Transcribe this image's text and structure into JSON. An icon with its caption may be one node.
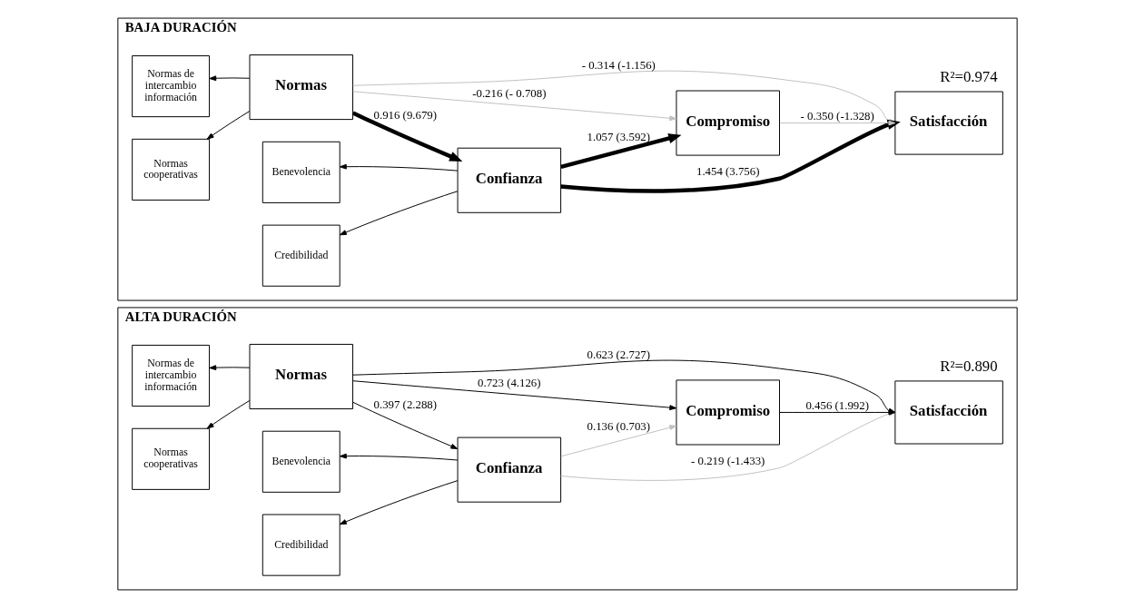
{
  "diagram": {
    "nodes": [
      {
        "text": [
          "BAJA DURACIÓN"
        ]
      },
      {
        "text": [
          "Normas de intercambio información"
        ],
        "in": 0
      },
      {
        "text": [
          "Normas"
        ],
        "in": 0
      },
      {
        "text": [
          "Normas cooperativas"
        ],
        "in": 0
      },
      {
        "text": [
          "Benevolencia"
        ],
        "in": 0
      },
      {
        "text": [
          "Confianza"
        ],
        "in": 0
      },
      {
        "text": [
          "Credibilidad"
        ],
        "in": 0
      },
      {
        "text": [
          "Compromiso"
        ],
        "in": 0
      },
      {
        "text": [
          "Satisfacción"
        ],
        "in": 0,
        "beside": [
          "R²=0.974"
        ]
      },
      {
        "text": [
          "ALTA DURACIÓN"
        ]
      },
      {
        "text": [
          "Normas de intercambio información"
        ],
        "in": 9
      },
      {
        "text": [
          "Normas"
        ],
        "in": 9
      },
      {
        "text": [
          "Normas cooperativas"
        ],
        "in": 9
      },
      {
        "text": [
          "Benevolencia"
        ],
        "in": 9
      },
      {
        "text": [
          "Confianza"
        ],
        "in": 9
      },
      {
        "text": [
          "Credibilidad"
        ],
        "in": 9
      },
      {
        "text": [
          "Compromiso"
        ],
        "in": 9
      },
      {
        "text": [
          "Satisfacción"
        ],
        "in": 9,
        "beside": [
          "R²=0.890"
        ]
      }
    ],
    "edges": [
      {
        "from": 2,
        "to": 1,
        "arrow": "to"
      },
      {
        "from": 2,
        "to": 3,
        "arrow": "to"
      },
      {
        "from": 2,
        "to": 8,
        "arrow": "to",
        "label": "- 0.314 (-1.156)",
        "color": "#c0c0c0"
      },
      {
        "from": 2,
        "to": 7,
        "arrow": "to",
        "label": "-0.216 (- 0.708)",
        "color": "#c0c0c0"
      },
      {
        "from": 2,
        "to": 5,
        "arrow": "to",
        "label": "0.916 (9.679)",
        "style": "thick"
      },
      {
        "from": 5,
        "to": 4,
        "arrow": "to"
      },
      {
        "from": 5,
        "to": 6,
        "arrow": "to"
      },
      {
        "from": 5,
        "to": 7,
        "arrow": "to",
        "label": "1.057 (3.592)",
        "style": "thick"
      },
      {
        "from": 7,
        "to": 8,
        "arrow": "to",
        "label": "- 0.350 (-1.328)",
        "color": "#c0c0c0"
      },
      {
        "from": 5,
        "to": 8,
        "arrow": "to",
        "label": "1.454 (3.756)",
        "style": "thick"
      },
      {
        "from": 11,
        "to": 10,
        "arrow": "to"
      },
      {
        "from": 11,
        "to": 12,
        "arrow": "to"
      },
      {
        "from": 11,
        "to": 17,
        "arrow": "to",
        "label": "0.623 (2.727)"
      },
      {
        "from": 11,
        "to": 16,
        "arrow": "to",
        "label": "0.723 (4.126)"
      },
      {
        "from": 11,
        "to": 14,
        "arrow": "to",
        "label": "0.397 (2.288)"
      },
      {
        "from": 14,
        "to": 13,
        "arrow": "to"
      },
      {
        "from": 14,
        "to": 15,
        "arrow": "to"
      },
      {
        "from": 14,
        "to": 16,
        "arrow": "to",
        "label": "0.136 (0.703)",
        "color": "#c0c0c0"
      },
      {
        "from": 16,
        "to": 17,
        "arrow": "to",
        "label": "0.456 (1.992)"
      },
      {
        "from": 14,
        "to": 17,
        "arrow": "to",
        "label": "- 0.219 (-1.433)",
        "color": "#c0c0c0"
      }
    ]
  }
}
